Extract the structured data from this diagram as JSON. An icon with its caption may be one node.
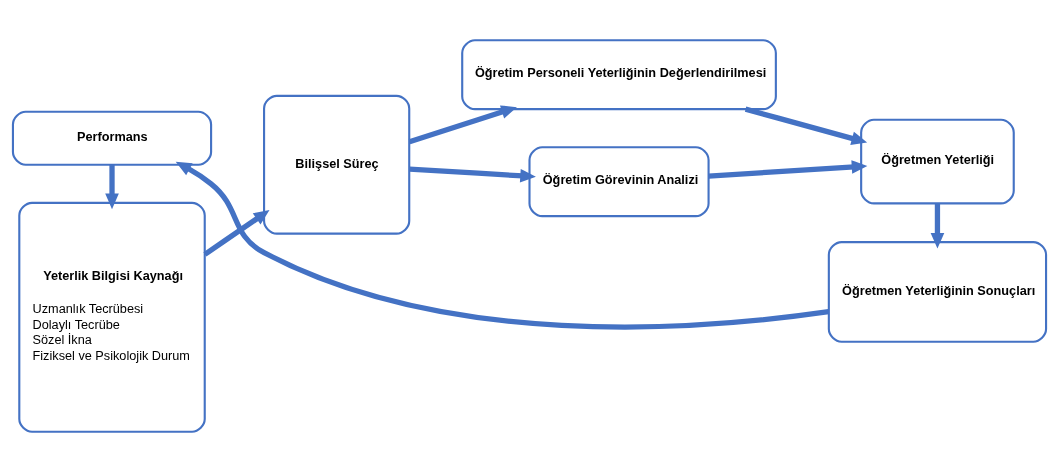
{
  "diagram": {
    "nodes": [
      {
        "text": [
          "Yeterlik Bilgisi Kaynağı",
          "Uzmanlık Tecrübesi",
          "Dolaylı Tecrübe",
          "Sözel İkna",
          "Fiziksel ve Psikolojik Durum"
        ]
      },
      {
        "text": [
          "Bilişsel Süreç"
        ]
      },
      {
        "text": [
          "Öğretim Görevinin Analizi"
        ]
      },
      {
        "text": [
          "Öğretim Personeli Yeterliğinin Değerlendirilmesi"
        ]
      },
      {
        "text": [
          "Öğretmen Yeterliği"
        ]
      },
      {
        "text": [
          "Öğretmen Yeterliğinin Sonuçları"
        ]
      },
      {
        "text": [
          "Performans"
        ]
      }
    ],
    "edges": [
      {
        "from": 0,
        "to": 1,
        "arrow": "to"
      },
      {
        "from": 1,
        "to": 2,
        "arrow": "to"
      },
      {
        "from": 1,
        "to": 3,
        "arrow": "to"
      },
      {
        "from": 2,
        "to": 4,
        "arrow": "to"
      },
      {
        "from": 3,
        "to": 4,
        "arrow": "to"
      },
      {
        "from": 4,
        "to": 5,
        "arrow": "to"
      },
      {
        "from": 5,
        "to": 6,
        "arrow": "to"
      },
      {
        "from": 6,
        "to": 0,
        "arrow": "to"
      }
    ]
  }
}
